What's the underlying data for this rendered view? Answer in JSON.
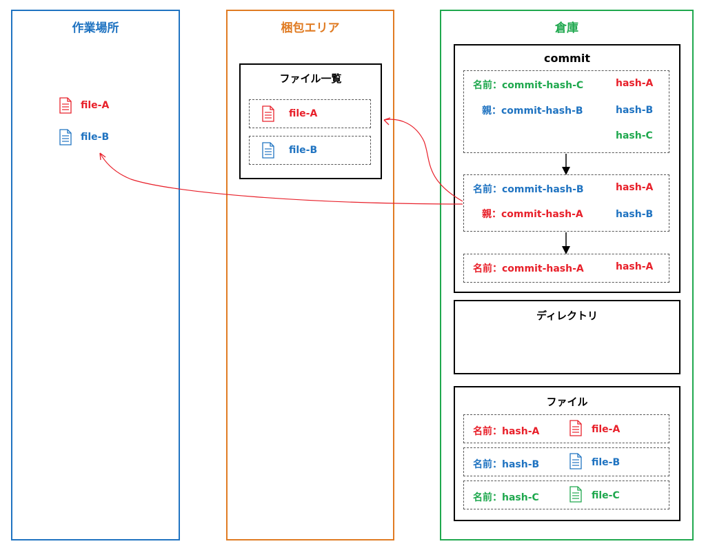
{
  "columns": {
    "work": {
      "title": "作業場所",
      "color": "#1f73c1"
    },
    "staging": {
      "title": "梱包エリア",
      "color": "#e07b22"
    },
    "repo": {
      "title": "倉庫",
      "color": "#1fa84e"
    }
  },
  "work_files": [
    {
      "icon": "document-icon",
      "label": "file-A",
      "color": "#e8202a"
    },
    {
      "icon": "document-icon",
      "label": "file-B",
      "color": "#1f73c1"
    }
  ],
  "staging": {
    "list_title": "ファイル一覧",
    "files": [
      {
        "icon": "document-icon",
        "label": "file-A",
        "color": "#e8202a"
      },
      {
        "icon": "document-icon",
        "label": "file-B",
        "color": "#1f73c1"
      }
    ]
  },
  "repo": {
    "commit_title": "commit",
    "commits": [
      {
        "name": "名前：commit-hash-C",
        "parent": "親：commit-hash-B",
        "hashes": [
          "hash-A",
          "hash-B",
          "hash-C"
        ]
      },
      {
        "name": "名前：commit-hash-B",
        "parent": "親：commit-hash-A",
        "hashes": [
          "hash-A",
          "hash-B"
        ]
      },
      {
        "name": "名前：commit-hash-A",
        "hashes": [
          "hash-A"
        ]
      }
    ],
    "directory_title": "ディレクトリ",
    "file_title": "ファイル",
    "files": [
      {
        "name": "名前：hash-A",
        "label": "file-A",
        "color": "#e8202a"
      },
      {
        "name": "名前：hash-B",
        "label": "file-B",
        "color": "#1f73c1"
      },
      {
        "name": "名前：hash-C",
        "label": "file-C",
        "color": "#1fa84e"
      }
    ]
  },
  "colors": {
    "red": "#e8202a",
    "blue": "#1f73c1",
    "green": "#1fa84e",
    "orange": "#e07b22"
  }
}
